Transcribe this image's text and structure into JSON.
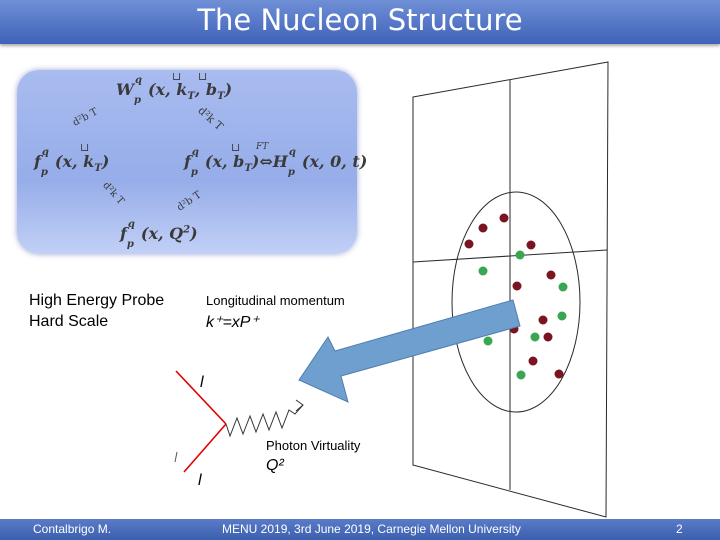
{
  "title": "The Nucleon Structure",
  "panel": {
    "wigner": "W p q (x, k T , b T )",
    "tmd": "f p q (x, k T )",
    "gpd_lhs": "f p q (x, b T )",
    "gpd_arrow": "⇔",
    "gpd_rhs": "H p q (x, 0, t)",
    "ft_label": "FT",
    "pdf": "f p q (x, Q 2 )",
    "int_left_top": "d²b T",
    "int_right_top": "d²k T",
    "int_left_bottom": "d²k T",
    "int_right_bottom": "d²b T"
  },
  "labels": {
    "probe_line1": "High Energy Probe",
    "probe_line2": "Hard Scale",
    "long_mom": "Longitudinal momentum",
    "kplus": "k⁺=xP⁺",
    "virtuality": "Photon Virtuality",
    "q2": "Q²",
    "lepton_in": "l",
    "lepton_out": "l"
  },
  "footer": {
    "author": "Contalbrigo M.",
    "event": "MENU 2019, 3rd June 2019, Carnegie Mellon University",
    "page": "2"
  },
  "colors": {
    "title_bar": "#4a6cc0",
    "panel": "#9fb4ec",
    "arrow": "#6f9fcf",
    "dot_red": "#7a1420",
    "dot_green": "#3aa652"
  },
  "partons": {
    "red_count": 12,
    "green_count": 7
  }
}
